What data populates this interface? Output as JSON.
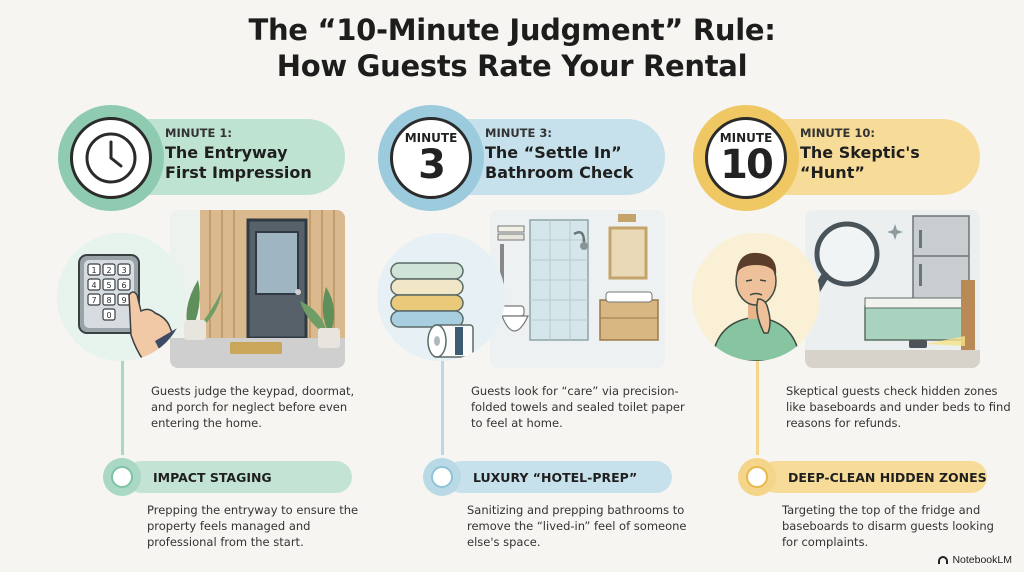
{
  "title": {
    "line1": "The “10-Minute Judgment” Rule:",
    "line2": "How Guests Rate Your Rental"
  },
  "columns": [
    {
      "accent": "#a9d8c4",
      "accent_dark": "#7cc4a4",
      "badge": {
        "icon": "clock-icon",
        "word": "",
        "number": ""
      },
      "kicker": "MINUTE 1:",
      "heading_line1": "The Entryway",
      "heading_line2": "First Impression",
      "description": "Guests judge the keypad, doormat, and porch for neglect before even entering the home.",
      "tag": "IMPACT STAGING",
      "tag_description": "Prepping the entryway to ensure the property feels managed and professional from the start."
    },
    {
      "accent": "#b9d9e6",
      "accent_dark": "#8fc3d8",
      "badge": {
        "icon": "",
        "word": "MINUTE",
        "number": "3"
      },
      "kicker": "MINUTE 3:",
      "heading_line1": "The “Settle In”",
      "heading_line2": "Bathroom Check",
      "description": "Guests look for “care” via precision-folded towels and sealed toilet paper to feel at home.",
      "tag": "LUXURY “HOTEL-PREP”",
      "tag_description": "Sanitizing and prepping bathrooms to remove the “lived-in” feel of someone else's space."
    },
    {
      "accent": "#f4d58a",
      "accent_dark": "#eec25a",
      "badge": {
        "icon": "",
        "word": "MINUTE",
        "number": "10"
      },
      "kicker": "MINUTE 10:",
      "heading_line1": "The Skeptic's",
      "heading_line2": "“Hunt”",
      "description": "Skeptical guests check hidden zones like baseboards and under beds to find reasons for refunds.",
      "tag": "DEEP-CLEAN HIDDEN ZONES",
      "tag_description": "Targeting the top of the fridge and baseboards to disarm guests looking for complaints."
    }
  ],
  "keypad_digits": [
    "1",
    "2",
    "3",
    "4",
    "5",
    "6",
    "7",
    "8",
    "9",
    "0"
  ],
  "brand": "NotebookLM"
}
